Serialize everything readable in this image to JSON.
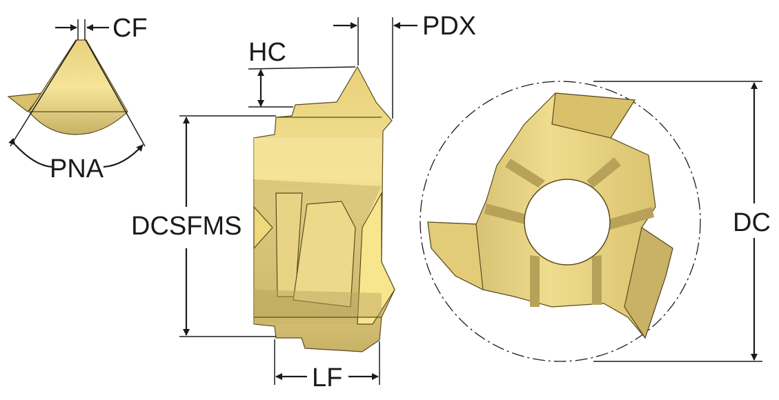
{
  "title": "Thread milling insert dimensions",
  "labels": {
    "cf": "CF",
    "hc": "HC",
    "pdx": "PDX",
    "pna": "PNA",
    "dcsfms": "DCSFMS",
    "lf": "LF",
    "dc": "DC"
  },
  "colors": {
    "gold_light": "#f3e08a",
    "gold_mid": "#dcc470",
    "gold_dark": "#b8a25a",
    "line": "#1a1a1a"
  }
}
